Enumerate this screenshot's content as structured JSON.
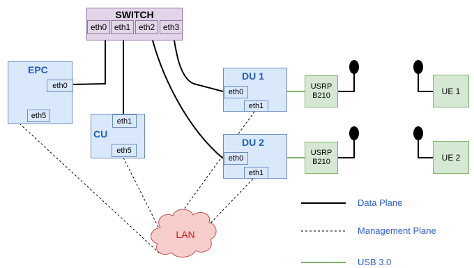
{
  "switch": {
    "title": "SWITCH",
    "ports": [
      "eth0",
      "eth1",
      "eth2",
      "eth3"
    ]
  },
  "epc": {
    "title": "EPC",
    "port_a": "eth0",
    "port_b": "eth5"
  },
  "cu": {
    "title": "CU",
    "port_a": "eth1",
    "port_b": "eth5"
  },
  "du1": {
    "title": "DU 1",
    "port_a": "eth0",
    "port_b": "eth1"
  },
  "du2": {
    "title": "DU 2",
    "port_a": "eth0",
    "port_b": "eth1"
  },
  "usrp1": {
    "line1": "USRP",
    "line2": "B210"
  },
  "usrp2": {
    "line1": "USRP",
    "line2": "B210"
  },
  "ue1": {
    "label": "UE 1"
  },
  "ue2": {
    "label": "UE 2"
  },
  "lan": {
    "label": "LAN"
  },
  "legend": {
    "data": "Data Plane",
    "mgmt": "Management Plane",
    "usb": "USB 3.0"
  },
  "colors": {
    "data": "#000000",
    "mgmt": "#000000",
    "usb": "#82b366",
    "lan_fill": "#f8cecc",
    "lan_stroke": "#b85450",
    "lan_text": "#e0191b",
    "title_blue": "#1f5fbf",
    "legend_text": "#2c5fd6"
  }
}
